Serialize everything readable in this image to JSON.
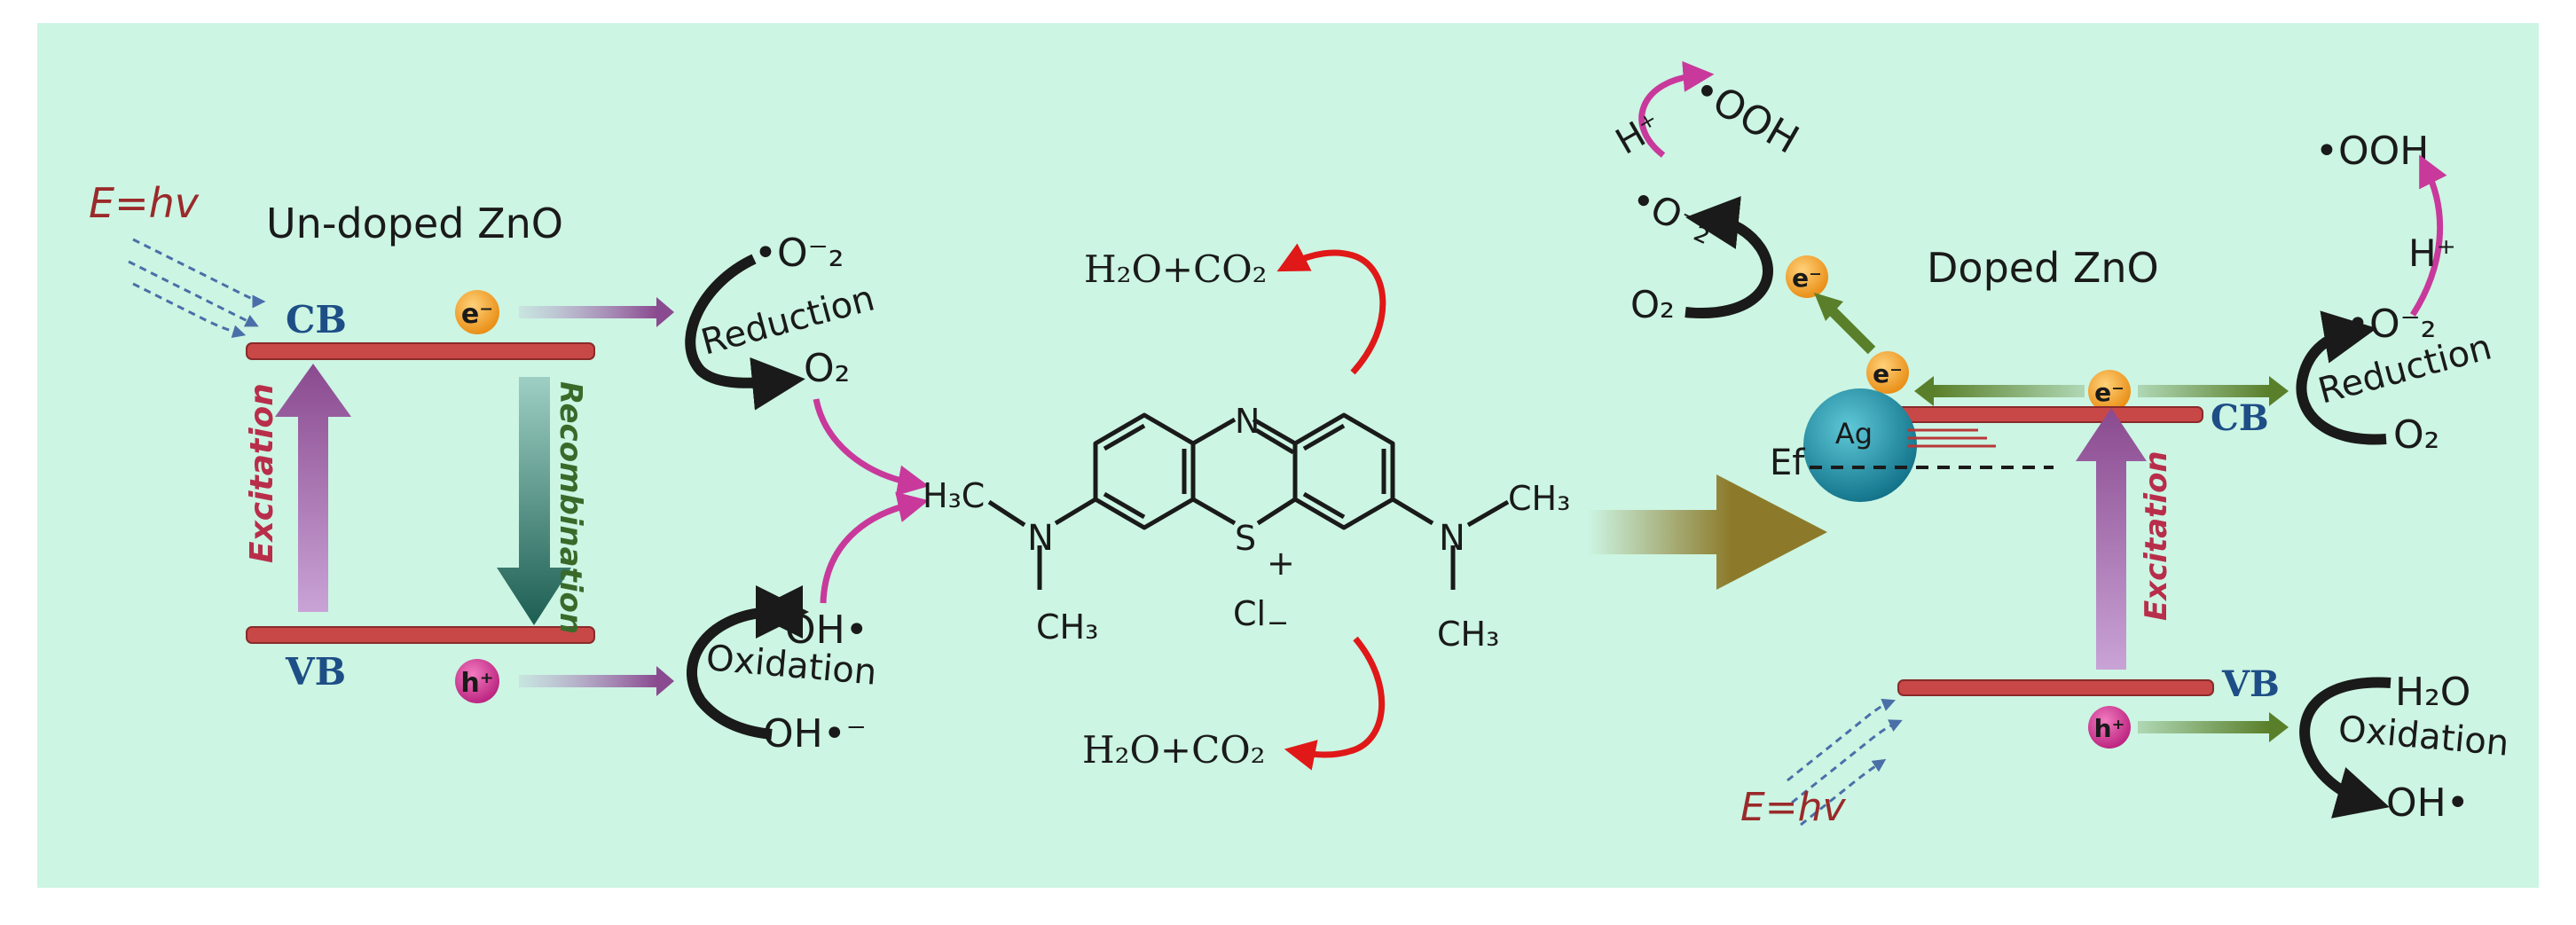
{
  "colors": {
    "background": "#ccf5e3",
    "band": "#c84848",
    "excitation_arrow": "#8a4a8f",
    "recombination_arrow": "#1d5e52",
    "electron": "#f0a030",
    "hole": "#d03a94",
    "transfer_green": "#5a7f2a",
    "red_arrow": "#e01818",
    "pink_arrow": "#c8399b",
    "main_arrow": "#8c7a2a",
    "silver": "#1d8aa0",
    "band_label": "#1e4e86",
    "energy_text": "#9a2a2a"
  },
  "left": {
    "energy": "E=hv",
    "title": "Un-doped ZnO",
    "cb": "CB",
    "vb": "VB",
    "electron": "e⁻",
    "hole": "h⁺",
    "excitation": "Excitation",
    "recombination": "Recombination",
    "superoxide": "•O⁻₂",
    "reduction": "Reduction",
    "oxygen": "O₂",
    "hydroxyl_radical": "OH•",
    "oxidation": "Oxidation",
    "hydroxide": "OH•⁻"
  },
  "center": {
    "products_top": "H₂O+CO₂",
    "products_bottom": "H₂O+CO₂",
    "n_top": "N",
    "sulfur": "S",
    "plus": "+",
    "chloride": "Cl",
    "chloride_charge": "−",
    "left_amine": "N",
    "right_amine": "N",
    "h3c": "H₃C",
    "ch3_left_bottom": "CH₃",
    "ch3_right_top": "CH₃",
    "ch3_right_bottom": "CH₃"
  },
  "right": {
    "title": "Doped ZnO",
    "silver": "Ag",
    "fermi": "Ef",
    "cb": "CB",
    "vb": "VB",
    "electron": "e⁻",
    "hole": "h⁺",
    "excitation": "Excitation",
    "energy": "E=hv",
    "ooh_top_left": "•OOH",
    "hplus_top_left": "H⁺",
    "superoxide_top_left": "•O⁻₂",
    "oxygen_top_left": "O₂",
    "ooh_right": "•OOH",
    "hplus_right": "H⁺",
    "superoxide_right": "•O⁻₂",
    "reduction": "Reduction",
    "oxygen_right": "O₂",
    "water": "H₂O",
    "oxidation": "Oxidation",
    "hydroxyl_radical": "OH•"
  }
}
